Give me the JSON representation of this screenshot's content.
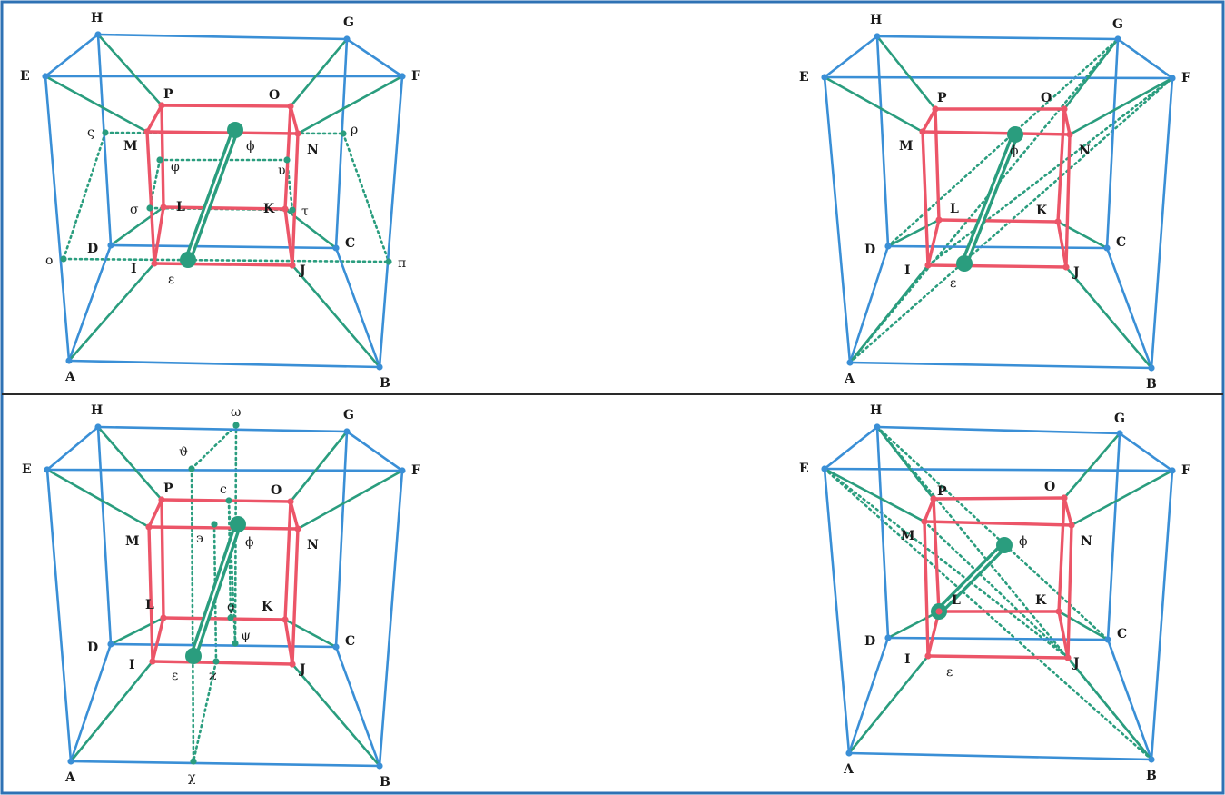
{
  "colors": {
    "outer_cube": "#3a8fd6",
    "inner_cube": "#ec5568",
    "connector": "#2a9d7e",
    "guide": "#2a9d7e",
    "border": "#2f72b4",
    "label": "#1a1a1a"
  },
  "panels": [
    {
      "id": "top-left",
      "labels": {
        "A": "A",
        "B": "B",
        "C": "C",
        "D": "D",
        "E": "E",
        "F": "F",
        "G": "G",
        "H": "H",
        "I": "I",
        "J": "J",
        "K": "K",
        "L": "L",
        "M": "M",
        "N": "N",
        "O": "O",
        "P": "P",
        "eps": "ε",
        "phi": "ϕ",
        "o": "o",
        "pi": "π",
        "rho": "ρ",
        "stig": "ς",
        "sigma": "σ",
        "tau": "τ",
        "varphi": "φ",
        "upsilon": "υ"
      }
    },
    {
      "id": "top-right",
      "labels": {
        "A": "A",
        "B": "B",
        "C": "C",
        "D": "D",
        "E": "E",
        "F": "F",
        "G": "G",
        "H": "H",
        "I": "I",
        "J": "J",
        "K": "K",
        "L": "L",
        "M": "M",
        "N": "N",
        "O": "O",
        "P": "P",
        "eps": "ε",
        "phi": "ϕ"
      }
    },
    {
      "id": "bottom-left",
      "labels": {
        "A": "A",
        "B": "B",
        "C": "C",
        "D": "D",
        "E": "E",
        "F": "F",
        "G": "G",
        "H": "H",
        "I": "I",
        "J": "J",
        "K": "K",
        "L": "L",
        "M": "M",
        "N": "N",
        "O": "O",
        "P": "P",
        "eps": "ε",
        "phi": "ϕ",
        "omega": "ω",
        "theta": "ϑ",
        "c": "c",
        "e3": "϶",
        "qoppa": "ϙ",
        "psi": "ψ",
        "kappa": "ϰ",
        "chi": "χ"
      }
    },
    {
      "id": "bottom-right",
      "labels": {
        "A": "A",
        "B": "B",
        "C": "C",
        "D": "D",
        "E": "E",
        "F": "F",
        "G": "G",
        "H": "H",
        "I": "I",
        "J": "J",
        "K": "K",
        "L": "L",
        "M": "M",
        "N": "N",
        "O": "O",
        "P": "P",
        "eps": "ε",
        "phi": "ϕ"
      }
    }
  ]
}
